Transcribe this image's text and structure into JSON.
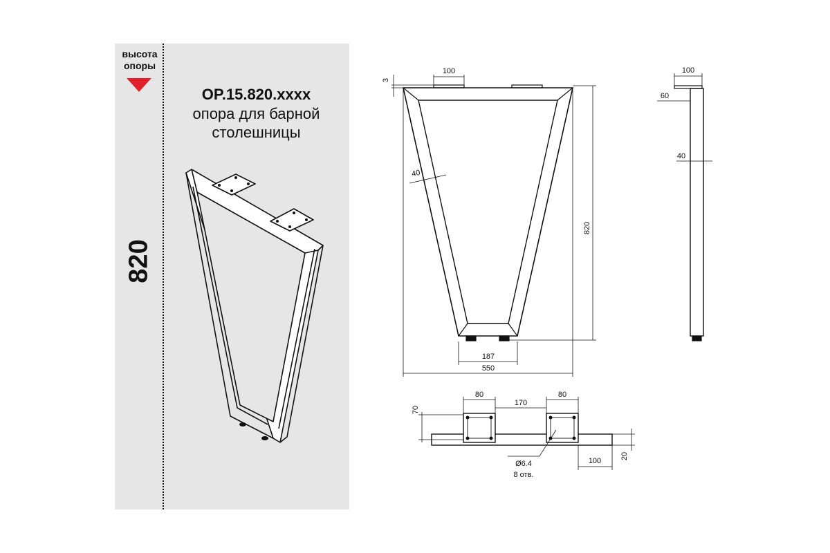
{
  "height_label": {
    "line1": "высота",
    "line2": "опоры"
  },
  "height_value": "820",
  "product": {
    "code": "OP.15.820.xxxx",
    "desc_line1": "опора для барной",
    "desc_line2": "столешницы"
  },
  "dimensions": {
    "plate_width": "100",
    "plate_thickness": "3",
    "tube_width": "40",
    "total_height": "820",
    "bottom_width": "187",
    "top_width": "550",
    "side_plate": "100",
    "side_offset": "60",
    "side_tube": "40",
    "plan_plate_a": "80",
    "plan_gap": "170",
    "plan_plate_b": "80",
    "plan_plate_depth": "70",
    "plan_tube_depth": "20",
    "plan_end": "100",
    "hole_diameter": "Ø6.4",
    "hole_count": "8 отв."
  },
  "colors": {
    "panel": "#e6e6e6",
    "arrow": "#e2202b",
    "line": "#111111"
  }
}
